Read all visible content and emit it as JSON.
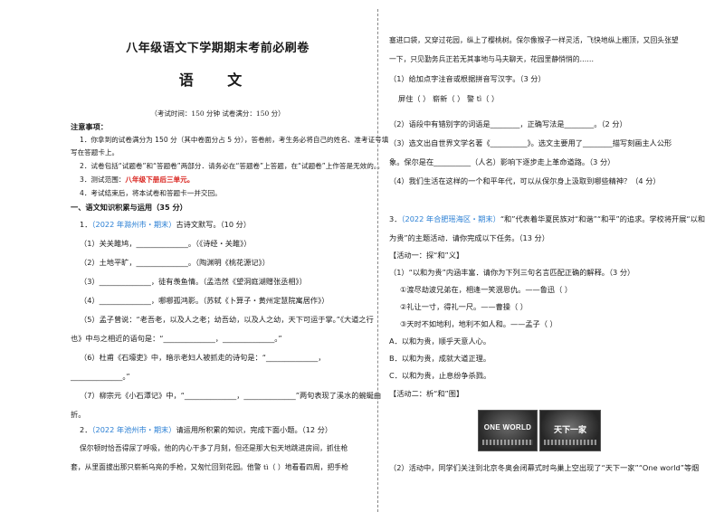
{
  "left": {
    "title": "八年级语文下学期期末考前必刷卷",
    "subject": "语  文",
    "exam_info": "（考试时间：150 分钟   试卷满分：150 分）",
    "notice_title": "注意事项：",
    "notices": [
      "1．答卷前，考生务必将自己的姓名、准考证号填写在答题卡上。",
      "写在答题卡上。",
      "2．试卷包括“试题卷”和“答题卷”两部分．请务必在“答题卷”上答题，在“试题卷”上作答是无效的。。",
      "3．测试范围：",
      "八年级下册后三单元。",
      "4．考试结束后，将本试卷和答题卡一并交回。"
    ],
    "notice1_a": "1．你拿到的试卷满分为 150 分（其中卷面分占 5 分），答卷前，考生务必将自己的姓名、准考证号填",
    "section1": "一、语文知识积累与运用（35 分）",
    "q1_num": "1．",
    "q1_src": "（2022 年滁州市・期末）",
    "q1_text": "古诗文默写。（10 分）",
    "q1_items": [
      "（1）关关雎鸠，______________。（《诗经・关雎》）",
      "（2）土地平旷，______________。（陶渊明《桃花源记》）",
      "（3）______________，徒有羡鱼情。（孟浩然《望洞庭湖赠张丞相》）",
      "（4）______________，哪哪孤鸿影。（苏轼《卜算子・黄州定慧院寓居作》）",
      "（5）孟子曾说：“老吾老，以及人之老；幼吾幼，以及人之幼，天下可运于掌。”《大道之行",
      "也》中与之相近的语句是：“______________，______________。”",
      "（6）杜甫《石壕吏》中，暗示老妇人被抓走的诗句是：“______________，",
      "______________。”",
      "（7）柳宗元《小石潭记》中，“______________，______________”两句表现了溪水的蜿蜒曲",
      "折。"
    ],
    "q2_num": "2．",
    "q2_src": "（2022 年池州市・期末）",
    "q2_text": "请运用所积累的知识，完成下面小题。（12 分）",
    "q2_para1": "保尔顿时恰吾得尿了呼吸，他的内心干多了月刻，但还是那大包天地跳进房间，抓住枪",
    "q2_para2": "套，从里面拔出那只崭新乌亮的手枪，又匆忙回到花园。他警 tì（    ）地看看四周，把手枪"
  },
  "right": {
    "p1": "塞进口袋，又穿过花园，纵上了樱桃树。保尔像猴子一样灵活，飞快地纵上棚顶，又回头张望",
    "p2": "一下，只见勤务兵正若无其事地与马夫聊天，花园里静悄悄的……",
    "sq1": "（1）给加点字注音或根据拼音写汉字。（3 分）",
    "sq1_items": "屏住（      ）   崭新（      ）   警 tì（      ）",
    "sq2": "（2）语段中有错别字的词语是________，正确写法是________。（2 分）",
    "sq3a": "（3）选文出自世界文学名著《__________》。选文主要用了________描写刻画主人公形",
    "sq3b": "象。保尔是在__________（人名）影响下逐步走上革命道路。（3 分）",
    "sq4": "（4）我们生活在这样的一个和平年代，可以从保尔身上汲取到哪些精神？（4 分）",
    "q3_num": "3．",
    "q3_src": "（2022 年合肥瑶海区・期末）",
    "q3_text": "“和”代表着华夏民族对“和谐”“和平”的追求。学校将开展“以和",
    "q3_line2": "为贵”的主题活动．请你完成以下任务。（13 分）",
    "act1": "【活动一：探“和”义】",
    "a1q": "（1）“以和为贵”内涵丰富．请你为下列三句名言匹配正确的解释。（3 分）",
    "a1_items": [
      "①渡尽劫波兄弟在，相逢一笑泯恩仇。——鲁迅（        ）",
      "②礼让一寸，得礼一尺。——曹操（        ）",
      "③天时不如地利，地利不如人和。——孟子（        ）"
    ],
    "options": [
      "A．以和为贵，顺乎天意人心。",
      "B．以和为贵，成就大道正理。",
      "C．以和为贵，止息纷争杀戮。"
    ],
    "act2": "【活动二：析“和”图】",
    "img1_text": "ONE WORLD",
    "img2_text": "天下一家",
    "a2q": "（2）活动中，同学们关注到北京冬奥会闭幕式时鸟巢上空出现了“天下一家”“One world”等烟"
  },
  "colors": {
    "accent_red": "#d9211b",
    "source_blue": "#2a7fd4"
  }
}
